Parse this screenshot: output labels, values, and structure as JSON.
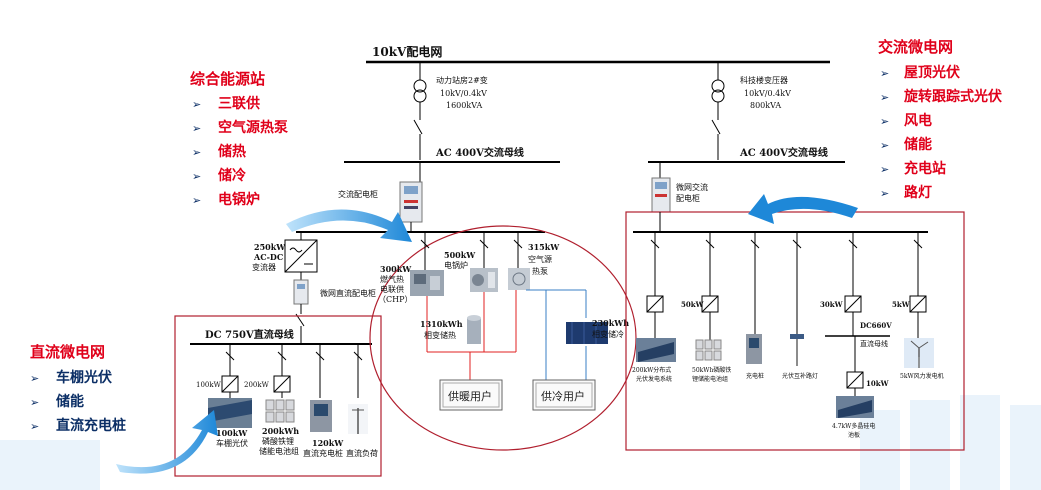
{
  "grid": {
    "main_bus": "10kV配电网"
  },
  "left_side": {
    "transformer": {
      "name": "动力站房2#变",
      "ratio": "10kV/0.4kV",
      "capacity": "1600kVA"
    },
    "ac_bus": "AC 400V交流母线",
    "ac_cabinet": "交流配电柜",
    "acdc": {
      "rating": "250kW",
      "type": "AC-DC",
      "name": "变流器"
    },
    "dc_cabinet": "微网直流配电柜",
    "dc_bus": "DC 750V直流母线",
    "pv_100kw": {
      "rating": "100kW",
      "label_top": "100kW",
      "label": "车棚光伏"
    },
    "battery_200kw": {
      "rating": "200kW",
      "capacity": "200kWh",
      "line1": "磷酸铁锂",
      "line2": "储能电池组"
    },
    "charger_120kw": {
      "capacity": "120kW",
      "label": "直流充电桩"
    },
    "dc_load": {
      "label": "直流负荷"
    }
  },
  "energy_station": {
    "chp": {
      "capacity": "300kW",
      "line1": "燃气热",
      "line2": "电联供",
      "line3": "（CHP）"
    },
    "boiler": {
      "capacity": "500kW",
      "label": "电锅炉"
    },
    "heatpump": {
      "capacity": "315kW",
      "line1": "空气源",
      "line2": "热泵"
    },
    "heat_storage": {
      "capacity": "1310kWh",
      "label": "相变储热"
    },
    "cold_storage": {
      "capacity": "230kWh",
      "label": "相变储冷"
    },
    "heating_user": "供暖用户",
    "cooling_user": "供冷用户"
  },
  "right_side": {
    "transformer": {
      "name": "科技楼变压器",
      "ratio": "10kV/0.4kV",
      "capacity": "800kVA"
    },
    "ac_bus": "AC 400V交流母线",
    "cabinet": {
      "line1": "微网交流",
      "line2": "配电柜"
    },
    "pv_tracking": {
      "line1": "200kW分布式",
      "line2": "光伏发电系统"
    },
    "battery": {
      "rating": "50kW",
      "line1": "50kWh磷酸铁",
      "line2": "锂储能电池组"
    },
    "charger": {
      "label": "充电桩"
    },
    "streetlight": {
      "label": "光伏互补路灯"
    },
    "dc_bus": {
      "rating": "30kW",
      "line1": "DC660V",
      "line2": "直流母线"
    },
    "small_pv": {
      "rating": "10kW",
      "line1": "4.7kW多晶硅电",
      "line2": "池板"
    },
    "wind": {
      "rating": "5kW",
      "label": "5kW风力发电机"
    }
  },
  "legend_left_top": {
    "title": "综合能源站",
    "items": [
      "三联供",
      "空气源热泵",
      "储热",
      "储冷",
      "电锅炉"
    ]
  },
  "legend_left_bottom": {
    "title": "直流微电网",
    "items": [
      "车棚光伏",
      "储能",
      "直流充电桩"
    ]
  },
  "legend_right": {
    "title": "交流微电网",
    "items": [
      "屋顶光伏",
      "旋转跟踪式光伏",
      "风电",
      "储能",
      "充电站",
      "路灯"
    ]
  },
  "bullet": "➢",
  "colors": {
    "legend_title": "#e0001a",
    "legend_item": "#0c2f66",
    "frame": "#b01f2e",
    "arrow": "#1e88d8",
    "heat_pipe": "#e02020",
    "cold_pipe": "#3a7fc4"
  }
}
